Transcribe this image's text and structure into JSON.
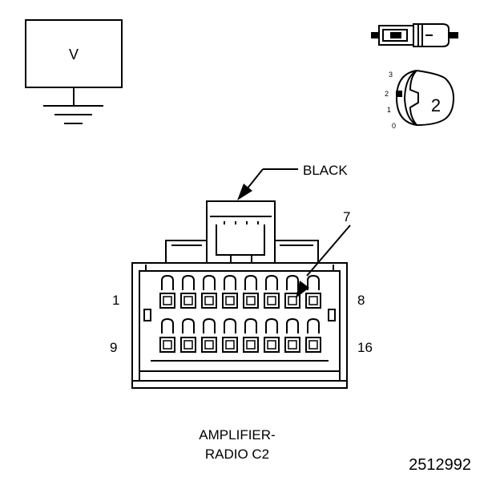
{
  "meter": {
    "label": "V"
  },
  "key_switch": {
    "positions": [
      "3",
      "2",
      "1",
      "0"
    ],
    "selected_position": "2",
    "position_badge": "2"
  },
  "connector": {
    "color_label": "BLACK",
    "callout_pin": "7",
    "row1_first_pin": "1",
    "row1_last_pin": "8",
    "row2_first_pin": "9",
    "row2_last_pin": "16",
    "pins_per_row": 8,
    "name_line1": "AMPLIFIER-",
    "name_line2": "RADIO C2"
  },
  "figure_id": "2512992"
}
